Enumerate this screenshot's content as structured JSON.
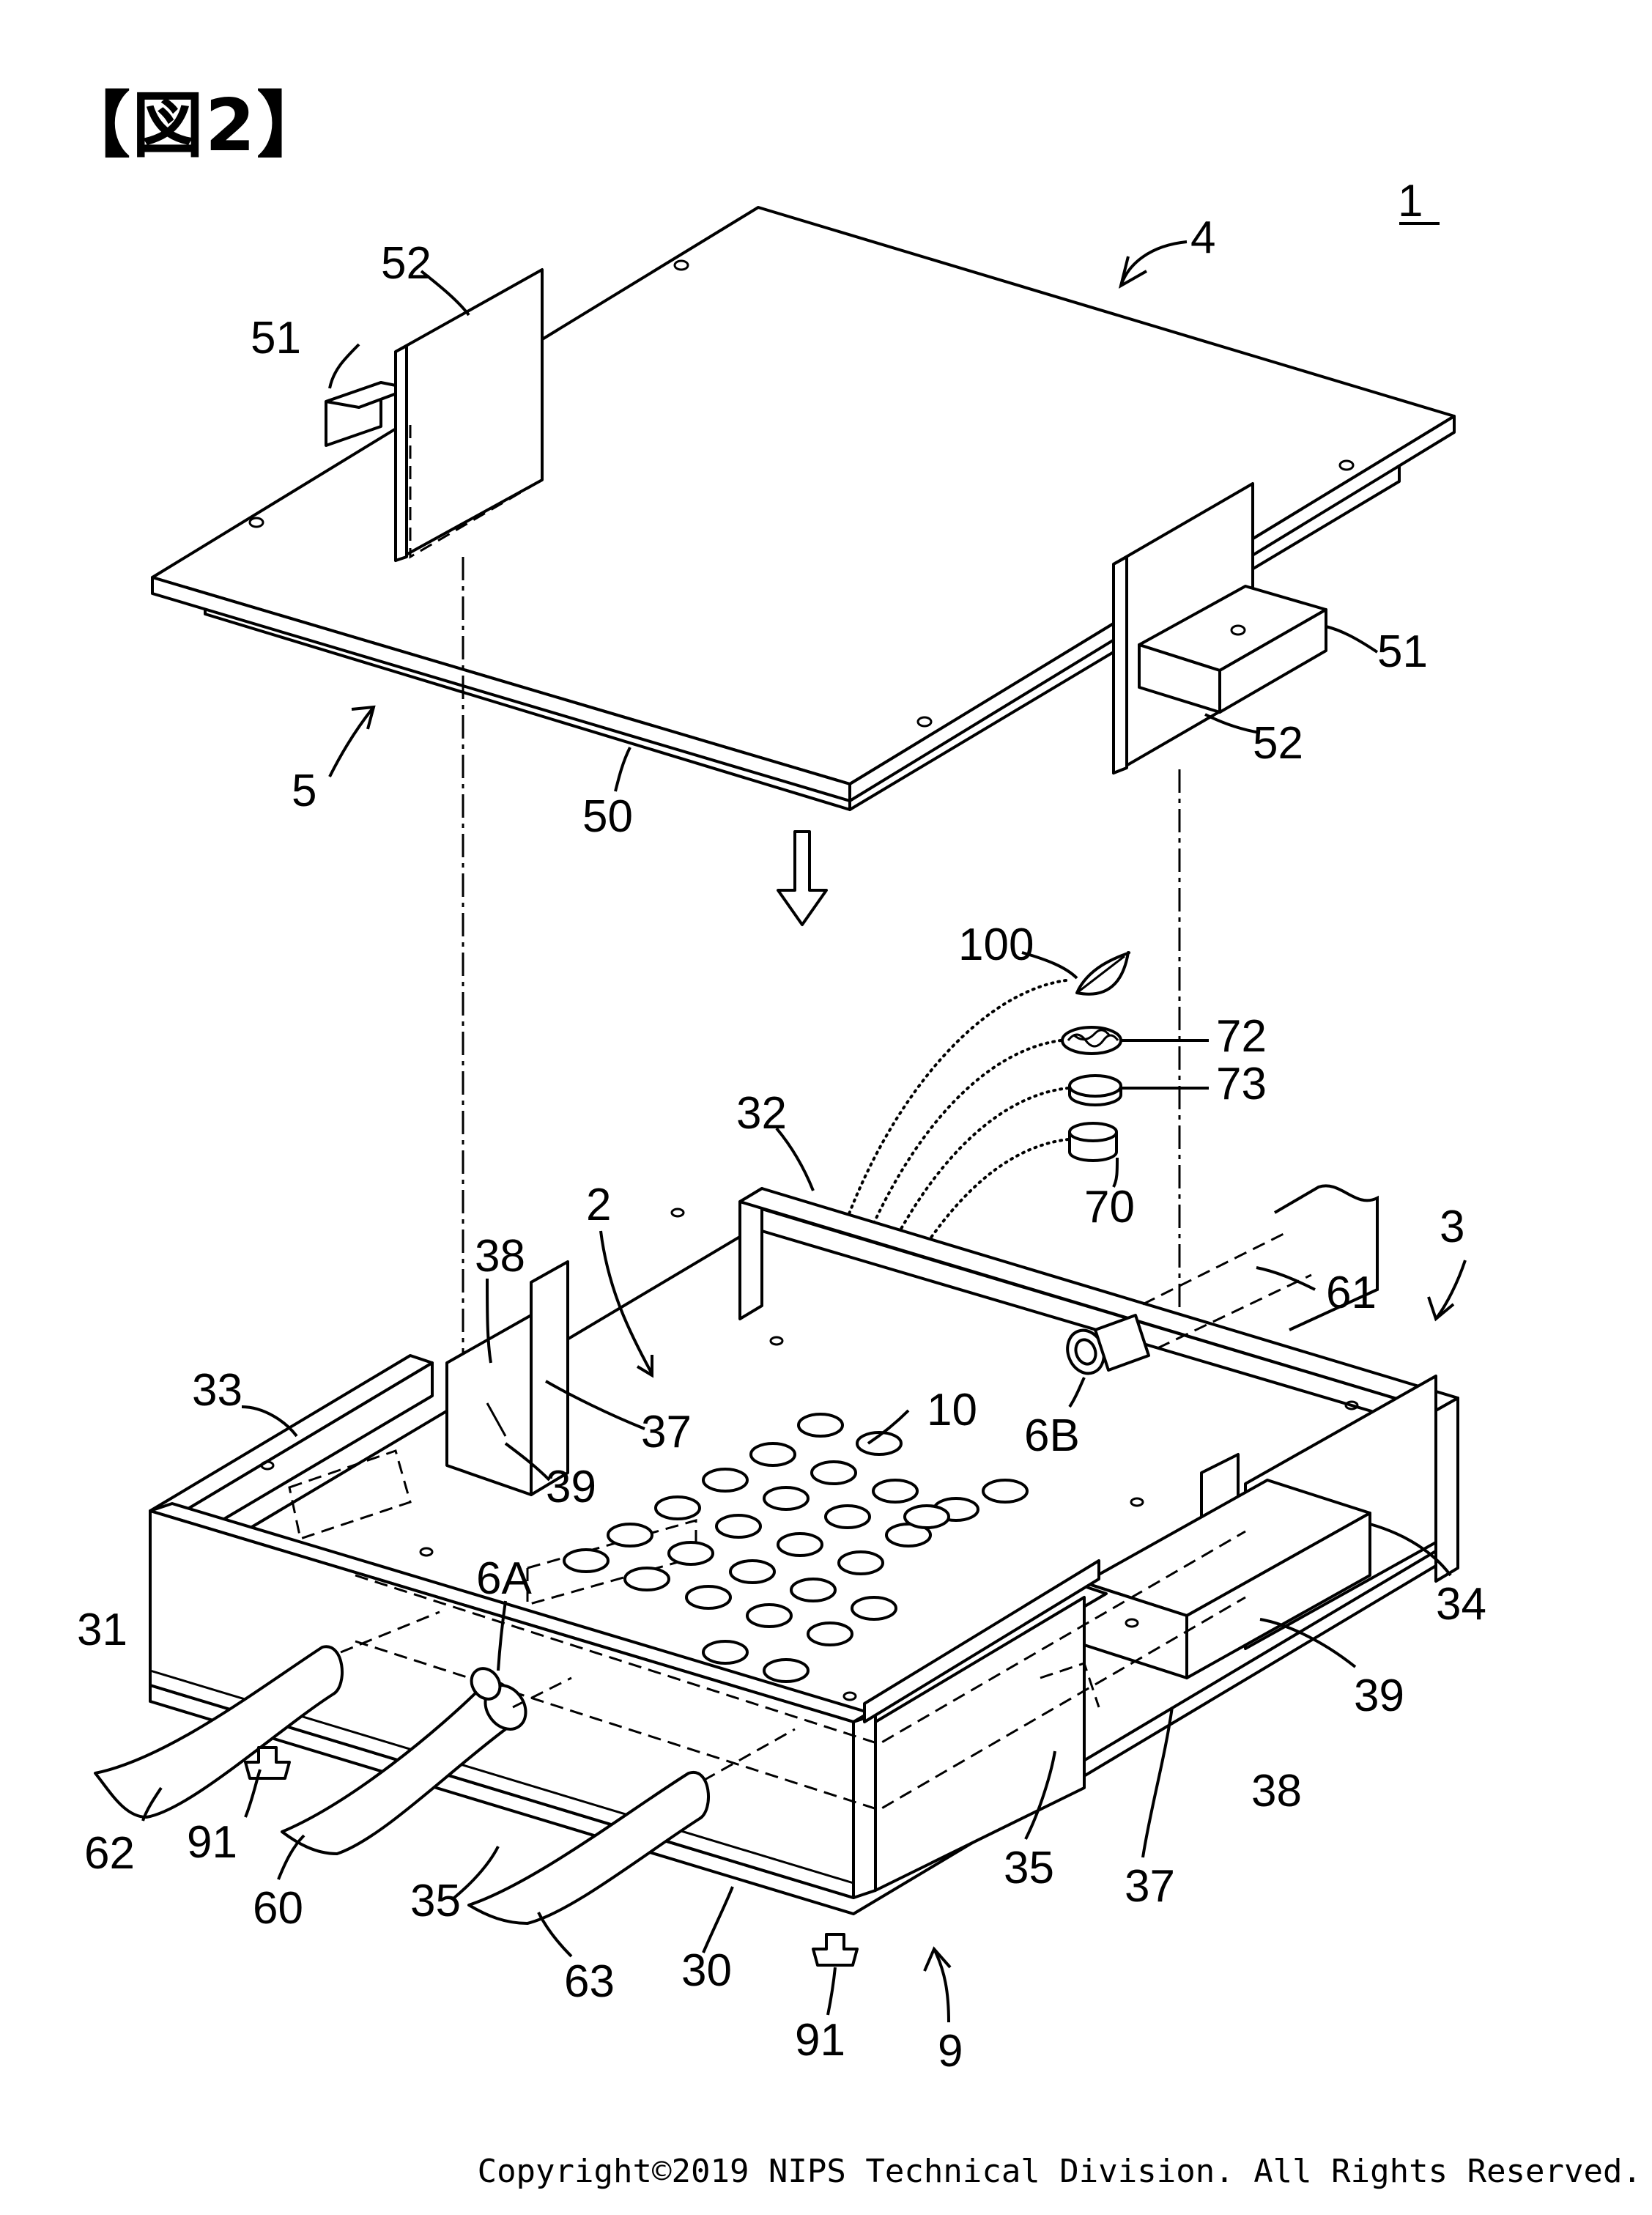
{
  "figure_title": "【図2】",
  "copyright": "Copyright©2019 NIPS Technical Division. All Rights Reserved.",
  "device_label": "1",
  "labels": {
    "l4": "4",
    "l5": "5",
    "l50": "50",
    "l51a": "51",
    "l51b": "51",
    "l52a": "52",
    "l52b": "52",
    "l100": "100",
    "l72": "72",
    "l73": "73",
    "l70": "70",
    "l32": "32",
    "l2": "2",
    "l3": "3",
    "l61": "61",
    "l38a": "38",
    "l38b": "38",
    "l33": "33",
    "l37a": "37",
    "l37b": "37",
    "l39a": "39",
    "l39b": "39",
    "l10": "10",
    "l6B": "6B",
    "l6A": "6A",
    "l31": "31",
    "l34": "34",
    "l62": "62",
    "l91a": "91",
    "l91b": "91",
    "l60": "60",
    "l35a": "35",
    "l35b": "35",
    "l63": "63",
    "l30": "30",
    "l9": "9"
  }
}
